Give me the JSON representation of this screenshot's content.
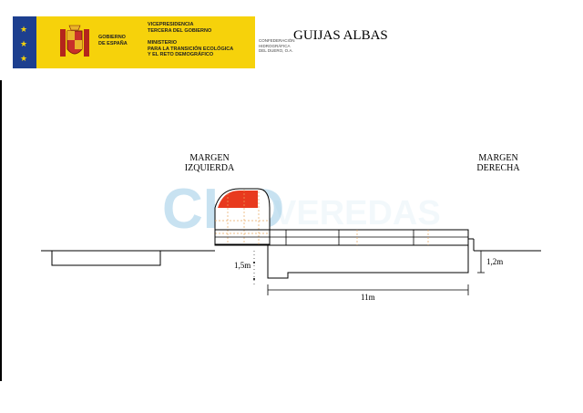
{
  "header": {
    "gov_label": "GOBIERNO\nDE ESPAÑA",
    "vice_label": "VICEPRESIDENCIA\nTERCERA DEL GOBIERNO",
    "ministry_label": "MINISTERIO\nPARA LA TRANSICIÓN ECOLÓGICA\nY EL RETO DEMOGRÁFICO",
    "agency_label": "CONFEDERACIÓN\nHIDROGRÁFICA\nDEL DUERO, O.A.",
    "colors": {
      "flag_blue": "#1d3f8f",
      "gov_yellow": "#f6d20b",
      "stars": "#f4d20b"
    },
    "icons": [
      "coat-of-arms-icon",
      "eu-stars-icon"
    ]
  },
  "document": {
    "title": "GUIJAS ALBAS"
  },
  "diagram": {
    "margin_left": "MARGEN\nIZQUIERDA",
    "margin_right": "MARGEN\nDERECHA",
    "height_left": "1,5m",
    "height_right": "1,2m",
    "width": "11m",
    "watermark": "CHD",
    "colors": {
      "cap_red": "#e83a1e",
      "watermark_blue": "#9ccbe6",
      "hatch_orange": "#e8a860"
    }
  }
}
